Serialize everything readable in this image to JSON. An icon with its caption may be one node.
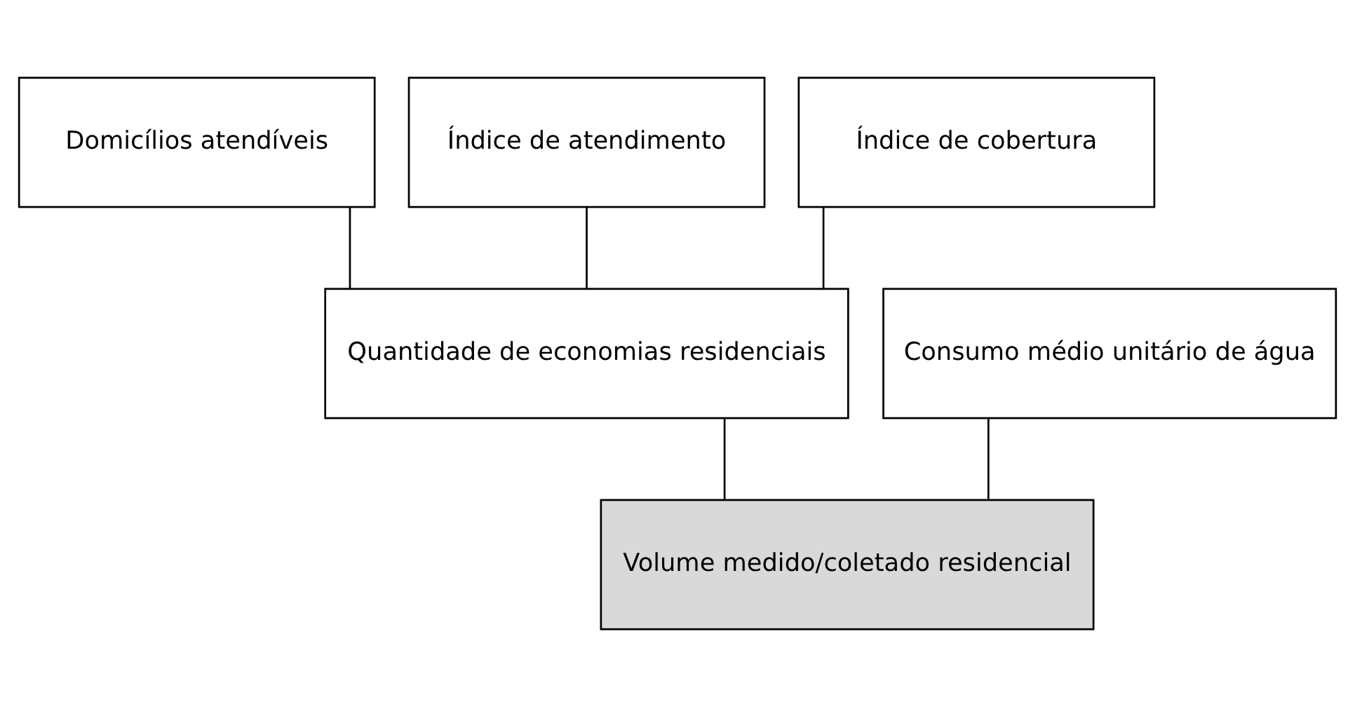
{
  "diagram": {
    "nodes": [
      {
        "text": [
          "Domicílios atendíveis"
        ]
      },
      {
        "text": [
          "Índice de atendimento"
        ]
      },
      {
        "text": [
          "Índice de cobertura"
        ]
      },
      {
        "text": [
          "Quantidade de economias residenciais"
        ]
      },
      {
        "text": [
          "Consumo médio unitário de água"
        ]
      },
      {
        "text": [
          "Volume medido/coletado residencial"
        ]
      }
    ],
    "edges": [
      {
        "from": 0,
        "to": 3,
        "arrow": "none"
      },
      {
        "from": 1,
        "to": 3,
        "arrow": "none"
      },
      {
        "from": 2,
        "to": 3,
        "arrow": "none"
      },
      {
        "from": 3,
        "to": 5,
        "arrow": "none"
      },
      {
        "from": 4,
        "to": 5,
        "arrow": "none"
      }
    ]
  }
}
